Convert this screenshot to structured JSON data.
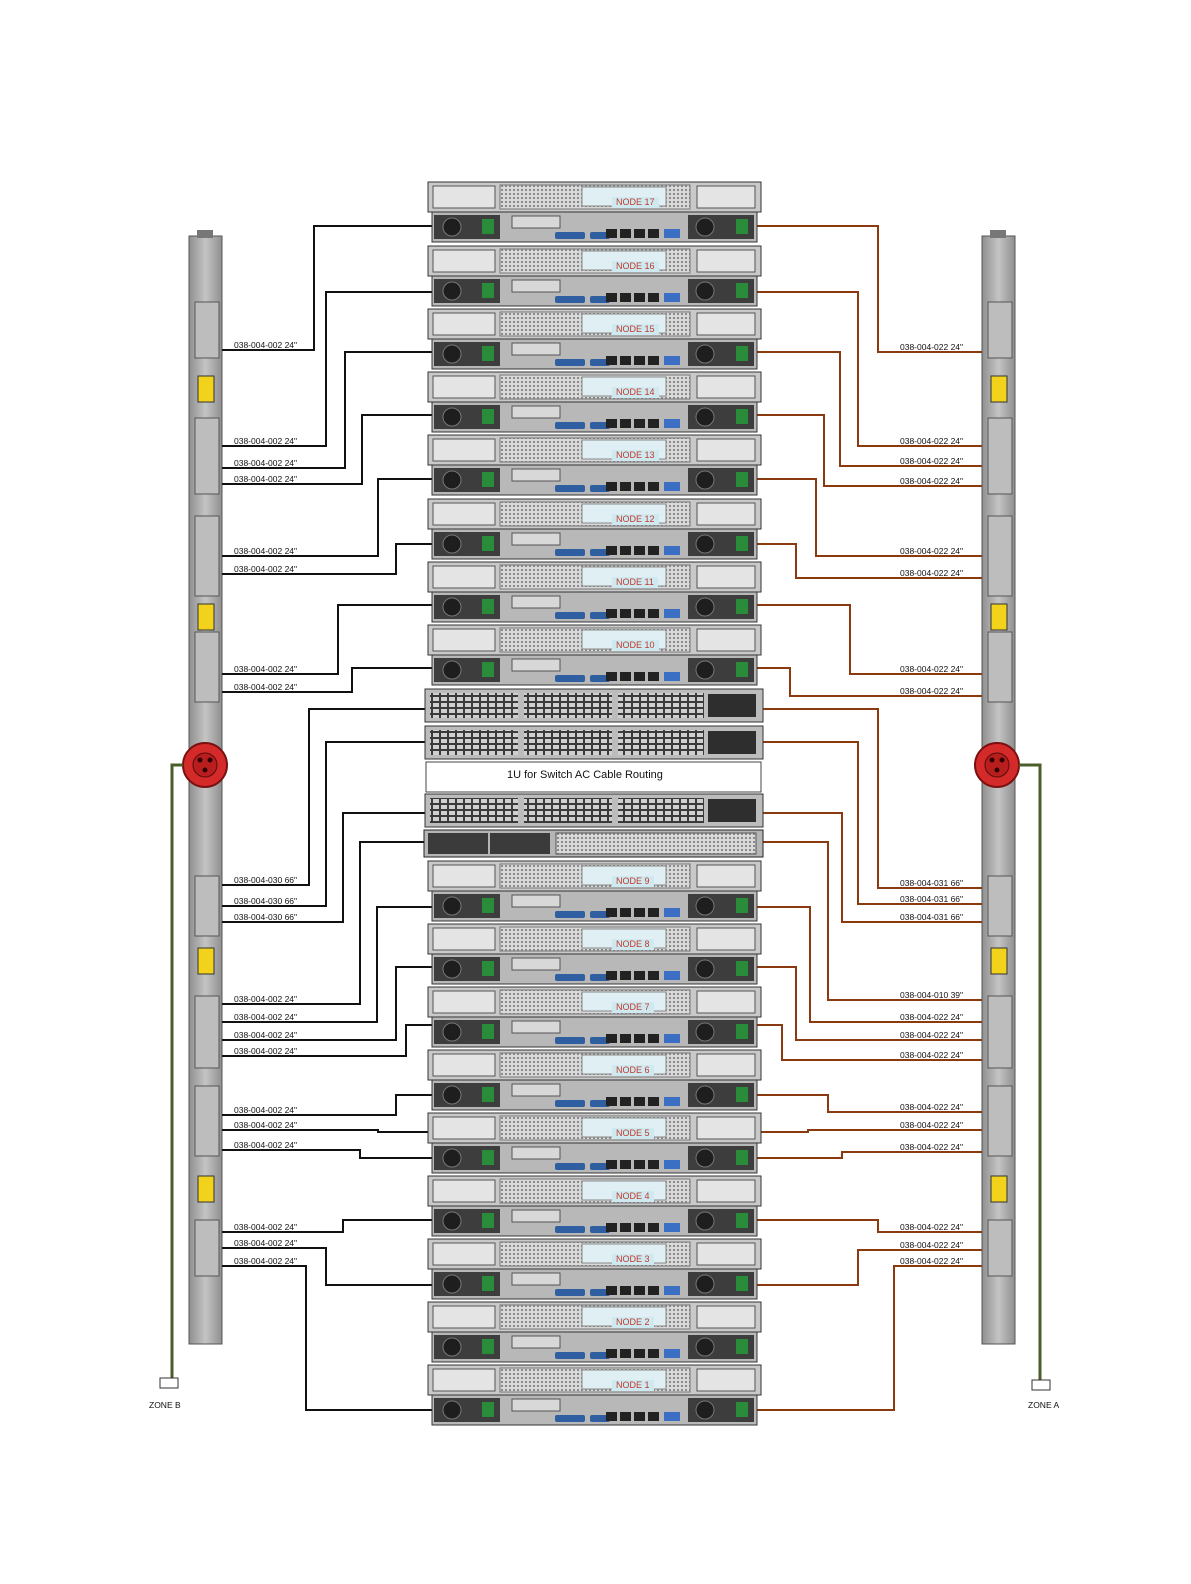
{
  "routing_unit": {
    "label": "1U for Switch AC Cable Routing"
  },
  "zones": {
    "left": "ZONE B",
    "right": "ZONE A"
  },
  "colors": {
    "left_cable": "#111111",
    "right_cable": "#8b3a0f",
    "feed_cable": "#4a5e2a",
    "pdu_receptacle": "#d42a2a"
  },
  "nodes": [
    "NODE 17",
    "NODE 16",
    "NODE 15",
    "NODE 14",
    "NODE 13",
    "NODE 12",
    "NODE 11",
    "NODE 10",
    "NODE 9",
    "NODE 8",
    "NODE 7",
    "NODE 6",
    "NODE 5",
    "NODE 4",
    "NODE 3",
    "NODE 2",
    "NODE 1"
  ],
  "left_cable_labels": [
    "038-004-002 24\"",
    "038-004-002 24\"",
    "038-004-002 24\"",
    "038-004-002 24\"",
    "038-004-002 24\"",
    "038-004-002 24\"",
    "038-004-002 24\"",
    "038-004-002 24\"",
    "038-004-030  66\"",
    "038-004-030  66\"",
    "038-004-030  66\"",
    "038-004-002  24\"",
    "038-004-002  24\"",
    "038-004-002  24\"",
    "038-004-002  24\"",
    "038-004-002  24\"",
    "038-004-002  24\"",
    "038-004-002  24\"",
    "038-004-002  24\"",
    "038-004-002  24\"",
    "038-004-002  24\""
  ],
  "right_cable_labels": [
    "038-004-022 24\"",
    "038-004-022 24\"",
    "038-004-022 24\"",
    "038-004-022 24\"",
    "038-004-022 24\"",
    "038-004-022 24\"",
    "038-004-022 24\"",
    "038-004-022 24\"",
    "038-004-031  66\"",
    "038-004-031  66\"",
    "038-004-031  66\"",
    "038-004-010  39\"",
    "038-004-022 24\"",
    "038-004-022 24\"",
    "038-004-022 24\"",
    "038-004-022 24\"",
    "038-004-022 24\"",
    "038-004-022 24\"",
    "038-004-022 24\"",
    "038-004-022 24\"",
    "038-004-022 24\""
  ]
}
